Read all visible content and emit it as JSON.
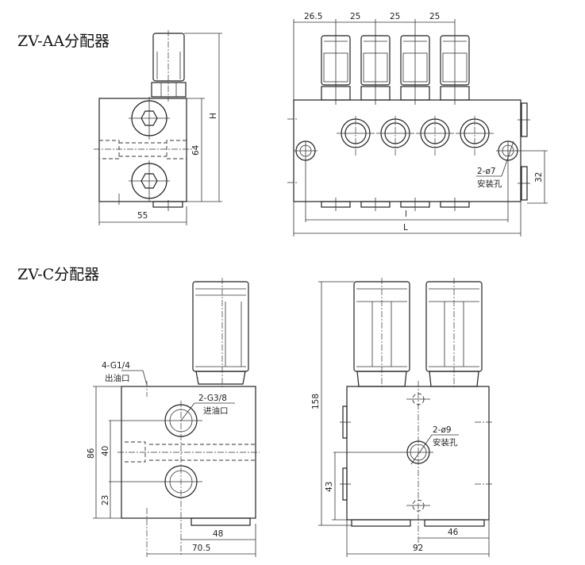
{
  "titles": {
    "zv_aa": "ZV-AA分配器",
    "zv_c": "ZV-C分配器"
  },
  "zv_aa_side": {
    "dim_height": "H",
    "dim_64": "64",
    "dim_55": "55"
  },
  "zv_aa_front": {
    "pitch_dims": [
      "26.5",
      "25",
      "25",
      "25"
    ],
    "hole_spec": "2-ø7",
    "hole_name": "安装孔",
    "dim_32": "32",
    "dim_l": "l",
    "dim_L": "L"
  },
  "zv_c_side": {
    "outlet_spec": "4-G1/4",
    "outlet_name": "出油口",
    "inlet_spec": "2-G3/8",
    "inlet_name": "进油口",
    "dim_86": "86",
    "dim_40": "40",
    "dim_23": "23",
    "dim_48": "48",
    "dim_70_5": "70.5"
  },
  "zv_c_front": {
    "dim_158": "158",
    "hole_spec": "2-ø9",
    "hole_name": "安装孔",
    "dim_43": "43",
    "dim_46": "46",
    "dim_92": "92"
  }
}
